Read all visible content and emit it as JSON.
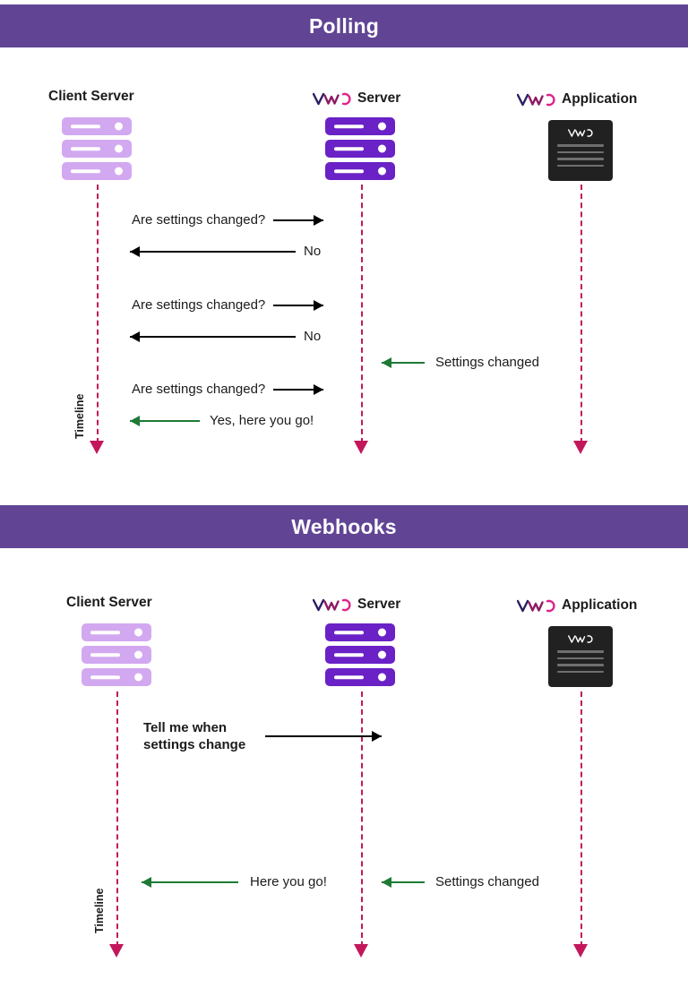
{
  "theme": {
    "banner_bg": "#614594",
    "banner_text": "#ffffff",
    "page_bg": "#ffffff",
    "client_server_color": "#d2a9f0",
    "vwo_server_color": "#6a21c6",
    "application_color": "#212121",
    "lifeline_color": "#c2185b",
    "arrow_black": "#000000",
    "arrow_green": "#1d7a35",
    "logo_v_color": "#2b1e64",
    "logo_o_color": "#e0218a"
  },
  "sections": [
    {
      "id": "polling",
      "banner_title": "Polling",
      "actors": [
        {
          "name": "client-server",
          "label": "Client Server",
          "has_logo": false,
          "icon": "rack-server-light"
        },
        {
          "name": "vwo-server",
          "label": "Server",
          "has_logo": true,
          "icon": "rack-server-purple"
        },
        {
          "name": "vwo-application",
          "label": "Application",
          "has_logo": true,
          "icon": "application-window"
        }
      ],
      "timeline_label": "Timeline",
      "messages": [
        {
          "name": "msg-are-settings-changed-1",
          "text": "Are settings changed?",
          "direction": "right",
          "color": "black",
          "from": "client-server",
          "to": "vwo-server"
        },
        {
          "name": "msg-no-1",
          "text": "No",
          "direction": "left",
          "color": "black",
          "from": "vwo-server",
          "to": "client-server"
        },
        {
          "name": "msg-are-settings-changed-2",
          "text": "Are settings changed?",
          "direction": "right",
          "color": "black",
          "from": "client-server",
          "to": "vwo-server"
        },
        {
          "name": "msg-no-2",
          "text": "No",
          "direction": "left",
          "color": "black",
          "from": "vwo-server",
          "to": "client-server"
        },
        {
          "name": "msg-settings-changed",
          "text": "Settings changed",
          "direction": "left",
          "color": "green",
          "from": "vwo-application",
          "to": "vwo-server"
        },
        {
          "name": "msg-are-settings-changed-3",
          "text": "Are settings changed?",
          "direction": "right",
          "color": "black",
          "from": "client-server",
          "to": "vwo-server"
        },
        {
          "name": "msg-yes-here-you-go",
          "text": "Yes, here you go!",
          "direction": "left",
          "color": "green",
          "from": "vwo-server",
          "to": "client-server"
        }
      ]
    },
    {
      "id": "webhooks",
      "banner_title": "Webhooks",
      "actors": [
        {
          "name": "client-server",
          "label": "Client Server",
          "has_logo": false,
          "icon": "rack-server-light"
        },
        {
          "name": "vwo-server",
          "label": "Server",
          "has_logo": true,
          "icon": "rack-server-purple"
        },
        {
          "name": "vwo-application",
          "label": "Application",
          "has_logo": true,
          "icon": "application-window"
        }
      ],
      "timeline_label": "Timeline",
      "messages": [
        {
          "name": "msg-tell-me-when-settings-change",
          "text": "Tell me when\nsettings change",
          "direction": "right",
          "color": "black",
          "from": "client-server",
          "to": "vwo-server"
        },
        {
          "name": "msg-here-you-go",
          "text": "Here you go!",
          "direction": "left",
          "color": "green",
          "from": "vwo-server",
          "to": "client-server"
        },
        {
          "name": "msg-settings-changed",
          "text": "Settings changed",
          "direction": "left",
          "color": "green",
          "from": "vwo-application",
          "to": "vwo-server"
        }
      ]
    }
  ],
  "application_watermark": "VWO"
}
